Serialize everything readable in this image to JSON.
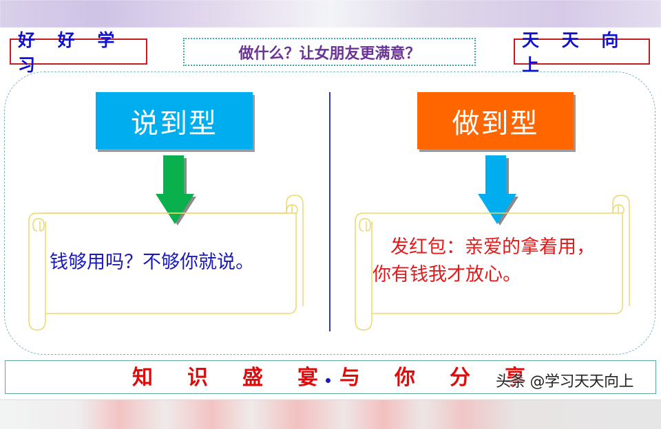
{
  "header": {
    "left_label": "好 好 学 习",
    "title": "做什么？让女朋友更满意？",
    "right_label": "天 天 向 上"
  },
  "colors": {
    "label_border": "#c41a20",
    "label_text": "#1010d0",
    "title_text": "#6a3396",
    "title_border": "#39a8a8",
    "left_type_bg": "#00aeef",
    "right_type_bg": "#ff6600",
    "left_arrow": "#0ab04c",
    "right_arrow": "#00aeef",
    "divider": "#3435a8",
    "scroll_outline": "#ecd86a",
    "left_text": "#1a1ab8",
    "right_text": "#e11a1a",
    "footer_text": "#e00a0a"
  },
  "left_column": {
    "type_label": "说到型",
    "arrow_icon": "arrow-down-green",
    "scroll_text": "钱够用吗？不够你就说。"
  },
  "right_column": {
    "type_label": "做到型",
    "arrow_icon": "arrow-down-blue",
    "scroll_text_line1": "发红包：亲爱的拿着用，",
    "scroll_text_line2": "你有钱我才放心。"
  },
  "footer": {
    "chars": [
      "知",
      "识",
      "盛",
      "宴",
      "与",
      "你",
      "分",
      "享"
    ],
    "watermark": "头条 @学习天天向上"
  }
}
